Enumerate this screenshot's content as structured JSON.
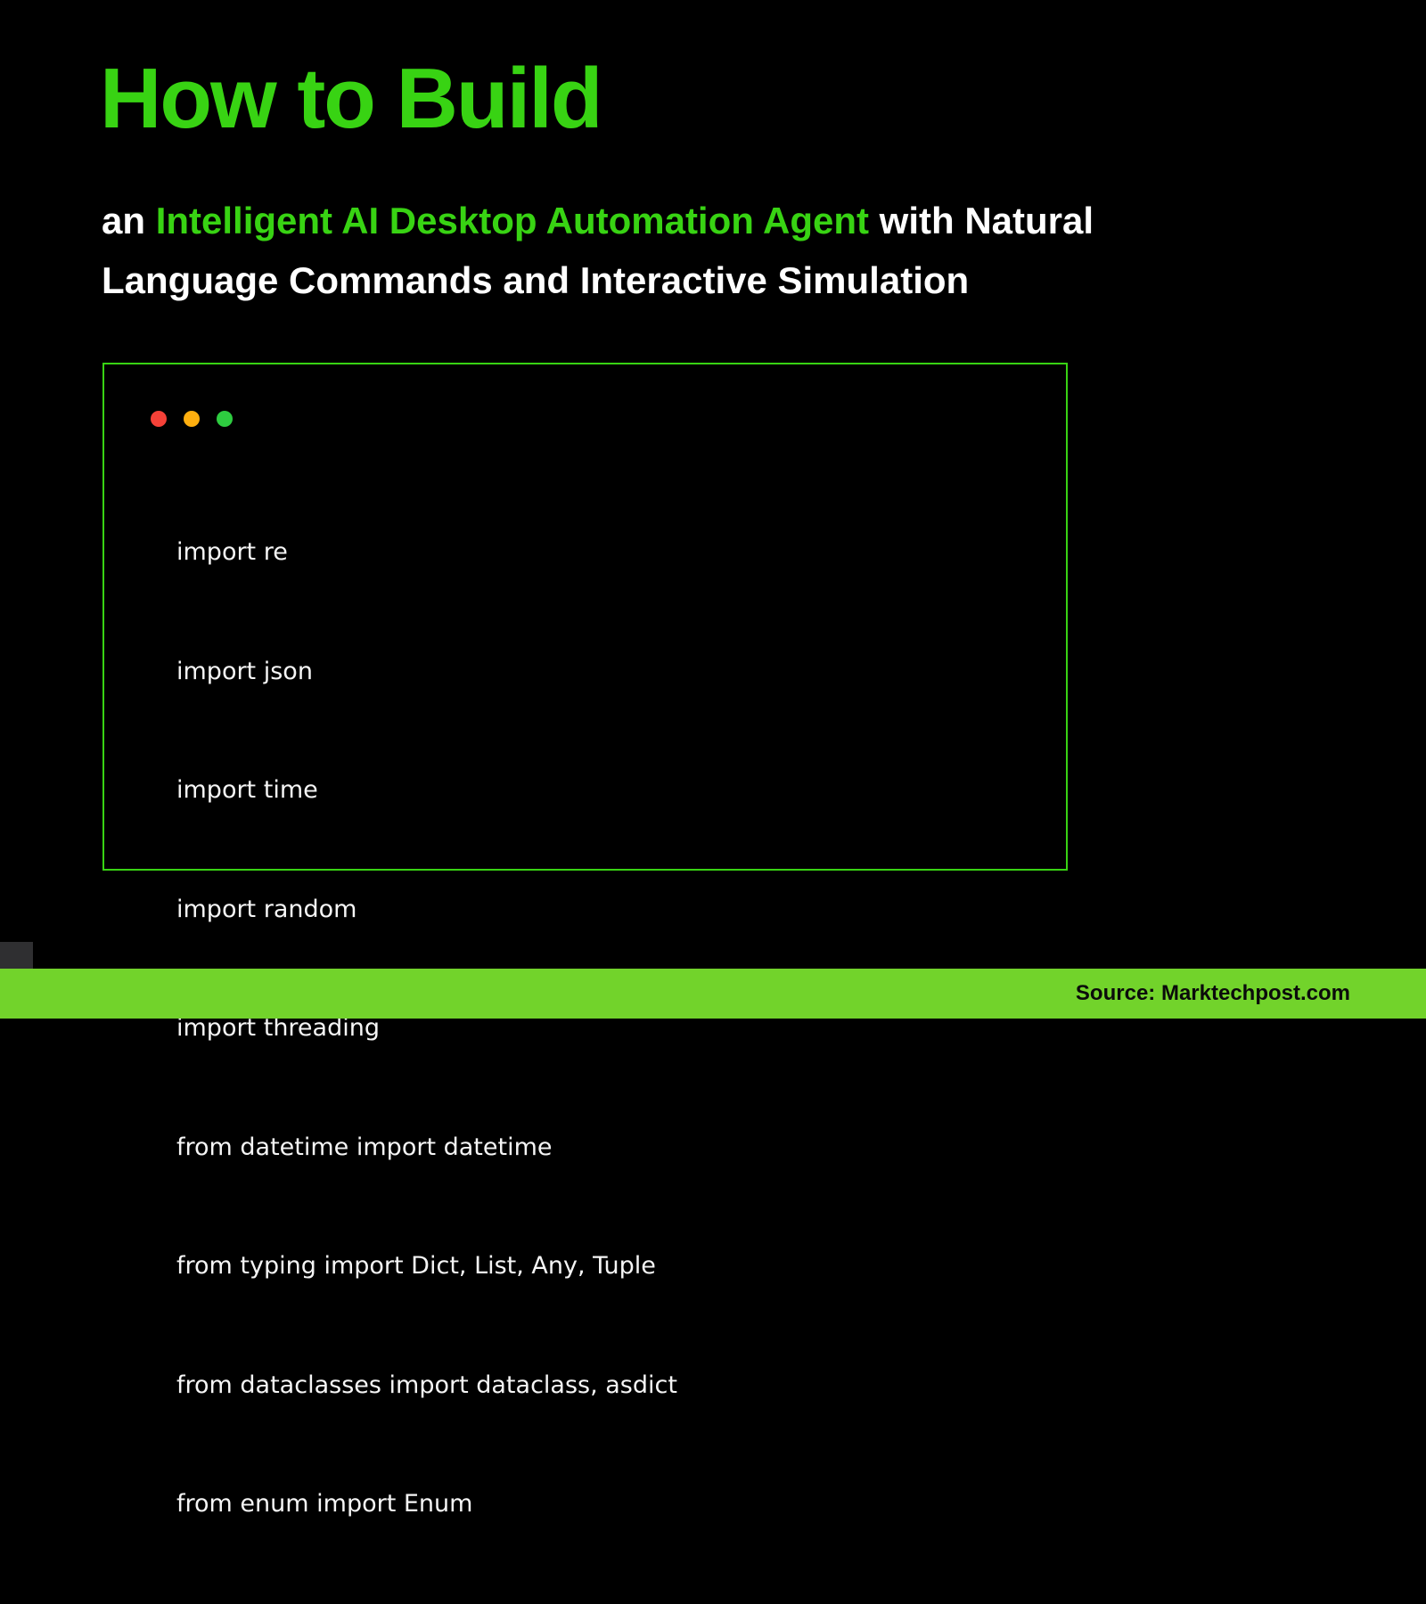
{
  "page": {
    "title": "How to Build",
    "subtitle": {
      "prefix": "an ",
      "highlight": "Intelligent AI Desktop Automation Agent",
      "suffix": " with Natural Language Commands and Interactive Simulation"
    }
  },
  "code_window": {
    "traffic_lights": [
      "red",
      "yellow",
      "green"
    ],
    "lines": [
      "import re",
      "import json",
      "import time",
      "import random",
      "import threading",
      "from datetime import datetime",
      "from typing import Dict, List, Any, Tuple",
      "from dataclasses import dataclass, asdict",
      "from enum import Enum"
    ]
  },
  "footer": {
    "source_label": "Source: Marktechpost.com"
  },
  "colors": {
    "background": "#000000",
    "accent_green": "#38d313",
    "bar_green": "#72d32b",
    "dot_red": "#f64138",
    "dot_yellow": "#ffaf0f",
    "dot_green": "#2ecc40",
    "code_text": "#f5f5f5"
  }
}
